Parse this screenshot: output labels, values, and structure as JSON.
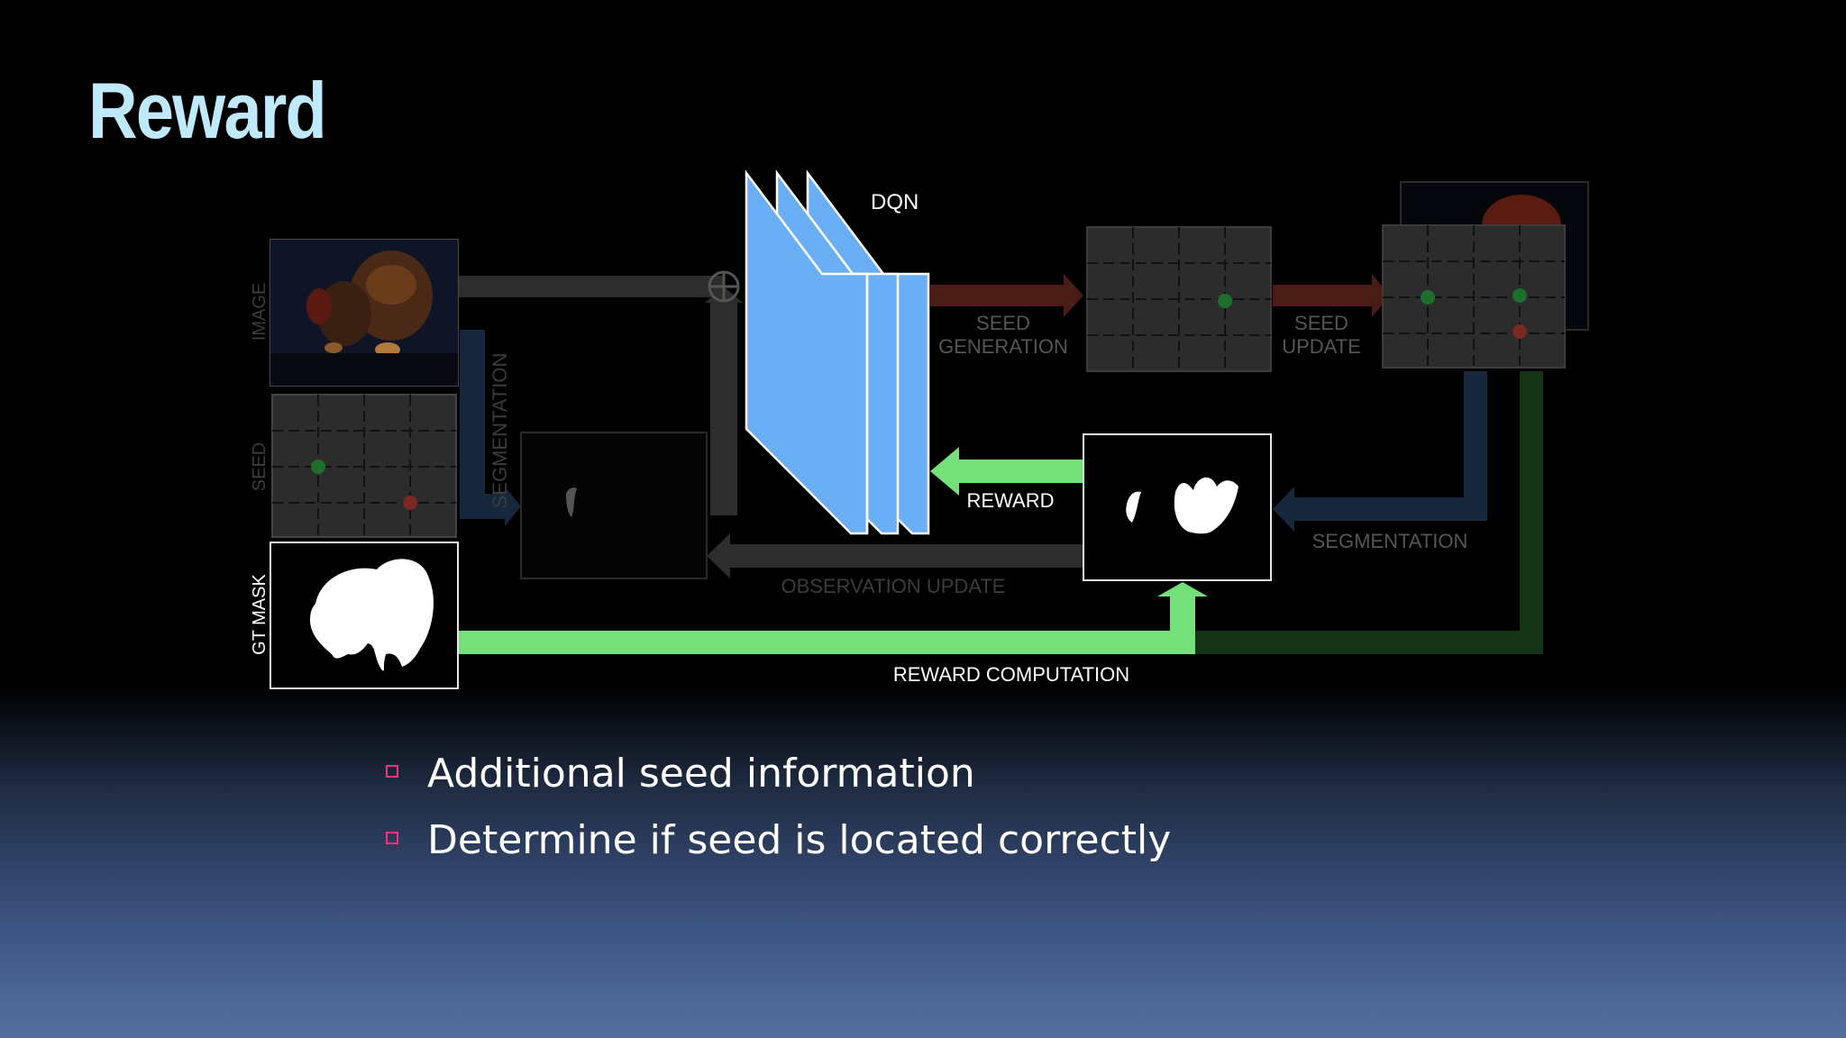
{
  "slide": {
    "title": "Reward",
    "bullets": [
      "Additional seed information",
      "Determine if seed is located correctly"
    ]
  },
  "diagram": {
    "labels": {
      "dqn": "DQN",
      "image": "IMAGE",
      "seed": "SEED",
      "gt_mask": "GT MASK",
      "segmentation_left": "SEGMENTATION",
      "seed_generation_1": "SEED",
      "seed_generation_2": "GENERATION",
      "seed_update_1": "SEED",
      "seed_update_2": "UPDATE",
      "reward": "REWARD",
      "segmentation_right": "SEGMENTATION",
      "observation_update": "OBSERVATION UPDATE",
      "reward_computation": "REWARD COMPUTATION"
    },
    "colors": {
      "title": "#bfe9ff",
      "dqn_block": "#6aaef5",
      "reward_arrow": "#74e07a",
      "bullet_marker": "#ff2f7d",
      "seed_positive": "#1e6e2c",
      "seed_negative": "#7a2a20"
    }
  }
}
